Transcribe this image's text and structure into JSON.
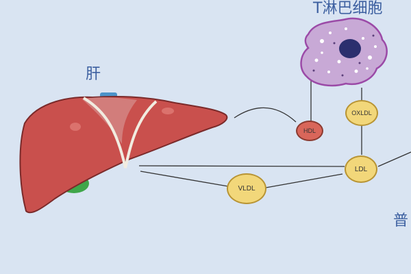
{
  "labels": {
    "liver": "肝",
    "t_cell": "T淋巴细胞",
    "bottom_right": "普"
  },
  "nodes": {
    "hdl": "HDL",
    "oxldl": "OXLDL",
    "ldl": "LDL",
    "vldl": "VLDL"
  },
  "colors": {
    "background": "#d9e4f2",
    "label_text": "#3c5fa0",
    "liver": "#c9504d",
    "liver_outline": "#7a2a2a",
    "hdl_fill": "#d9665a",
    "lipoprotein_fill": "#f2d77a",
    "t_cell_fill": "#c8a9d6",
    "t_cell_outline": "#9b4aa7",
    "nucleus": "#2b2f6e"
  }
}
